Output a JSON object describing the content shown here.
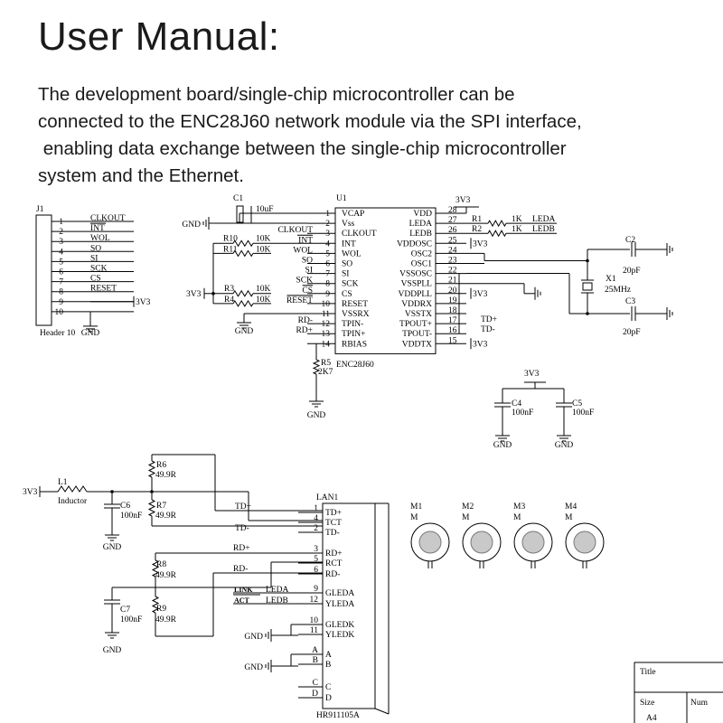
{
  "header": {
    "title": "User Manual:",
    "description_lines": [
      "The development board/single-chip microcontroller can be",
      "connected to the ENC28J60 network module via the SPI interface,",
      " enabling data exchange between the single-chip microcontroller",
      "system and the Ethernet."
    ]
  },
  "schematic": {
    "header": {
      "ref": "J1",
      "name": "Header 10",
      "pins": [
        "1",
        "2",
        "3",
        "4",
        "5",
        "6",
        "7",
        "8",
        "9",
        "10"
      ],
      "signals": [
        "CLKOUT",
        "INT",
        "WOL",
        "SO",
        "SI",
        "SCK",
        "CS",
        "RESET"
      ],
      "power": "3V3",
      "gnd": "GND"
    },
    "chip": {
      "ref": "U1",
      "name": "ENC28J60",
      "left_pins": [
        {
          "num": "1",
          "name": "VCAP",
          "net": ""
        },
        {
          "num": "2",
          "name": "Vss",
          "net": ""
        },
        {
          "num": "3",
          "name": "CLKOUT",
          "net": "CLKOUT"
        },
        {
          "num": "4",
          "name": "INT",
          "net": "INT"
        },
        {
          "num": "5",
          "name": "WOL",
          "net": "WOL"
        },
        {
          "num": "6",
          "name": "SO",
          "net": "SO"
        },
        {
          "num": "7",
          "name": "SI",
          "net": "SI"
        },
        {
          "num": "8",
          "name": "SCK",
          "net": "SCK"
        },
        {
          "num": "9",
          "name": "CS",
          "net": "CS"
        },
        {
          "num": "10",
          "name": "RESET",
          "net": "RESET"
        },
        {
          "num": "11",
          "name": "VSSRX",
          "net": ""
        },
        {
          "num": "12",
          "name": "TPIN-",
          "net": "RD-"
        },
        {
          "num": "13",
          "name": "TPIN+",
          "net": "RD+"
        },
        {
          "num": "14",
          "name": "RBIAS",
          "net": ""
        }
      ],
      "right_pins": [
        {
          "num": "28",
          "name": "VDD"
        },
        {
          "num": "27",
          "name": "LEDA"
        },
        {
          "num": "26",
          "name": "LEDB"
        },
        {
          "num": "25",
          "name": "VDDOSC"
        },
        {
          "num": "24",
          "name": "OSC2"
        },
        {
          "num": "23",
          "name": "OSC1"
        },
        {
          "num": "22",
          "name": "VSSOSC"
        },
        {
          "num": "21",
          "name": "VSSPLL"
        },
        {
          "num": "20",
          "name": "VDDPLL"
        },
        {
          "num": "19",
          "name": "VDDRX"
        },
        {
          "num": "18",
          "name": "VSSTX"
        },
        {
          "num": "17",
          "name": "TPOUT+"
        },
        {
          "num": "16",
          "name": "TPOUT-"
        },
        {
          "num": "15",
          "name": "VDDTX"
        }
      ],
      "right_nets": [
        "TD+",
        "TD-"
      ],
      "power": "3V3"
    },
    "c1": {
      "ref": "C1",
      "value": "10uF",
      "gnd": "GND"
    },
    "r10": {
      "ref": "R10",
      "value": "10K",
      "net": "INT"
    },
    "r11": {
      "ref": "R11",
      "value": "10K",
      "net": "WOL"
    },
    "r3": {
      "ref": "R3",
      "value": "10K",
      "net": "CS"
    },
    "r4": {
      "ref": "R4",
      "value": "10K",
      "net": "RESET"
    },
    "pullup_power": "3V3",
    "vssrx_gnd": "GND",
    "r1": {
      "ref": "R1",
      "value": "1K",
      "net": "LEDA"
    },
    "r2": {
      "ref": "R2",
      "value": "1K",
      "net": "LEDB"
    },
    "c2": {
      "ref": "C2",
      "value": "20pF"
    },
    "c3": {
      "ref": "C3",
      "value": "20pF"
    },
    "x1": {
      "ref": "X1",
      "value": "25MHz"
    },
    "r5": {
      "ref": "R5",
      "value": "2K7",
      "gnd": "GND"
    },
    "decoupling": {
      "power": "3V3",
      "c4": {
        "ref": "C4",
        "value": "100nF",
        "gnd": "GND"
      },
      "c5": {
        "ref": "C5",
        "value": "100nF",
        "gnd": "GND"
      }
    },
    "l1": {
      "ref": "L1",
      "name": "Inductor",
      "power": "3V3"
    },
    "c6": {
      "ref": "C6",
      "value": "100nF",
      "gnd": "GND"
    },
    "c7": {
      "ref": "C7",
      "value": "100nF",
      "gnd": "GND"
    },
    "r6": {
      "ref": "R6",
      "value": "49.9R"
    },
    "r7": {
      "ref": "R7",
      "value": "49.9R"
    },
    "r8": {
      "ref": "R8",
      "value": "49.9R"
    },
    "r9": {
      "ref": "R9",
      "value": "49.9R"
    },
    "magjack": {
      "ref": "LAN1",
      "name": "HR911105A",
      "pins": [
        {
          "num": "1",
          "name": "TD+",
          "net": "TD+"
        },
        {
          "num": "4",
          "name": "TCT",
          "net": ""
        },
        {
          "num": "2",
          "name": "TD-",
          "net": "TD-"
        },
        {
          "num": "3",
          "name": "RD+",
          "net": "RD+"
        },
        {
          "num": "5",
          "name": "RCT",
          "net": ""
        },
        {
          "num": "6",
          "name": "RD-",
          "net": "RD-"
        },
        {
          "num": "9",
          "name": "GLEDA",
          "net": "LEDA"
        },
        {
          "num": "12",
          "name": "YLEDA",
          "net": "LEDB"
        },
        {
          "num": "10",
          "name": "GLEDK",
          "net": ""
        },
        {
          "num": "11",
          "name": "YLEDK",
          "net": ""
        },
        {
          "num": "A",
          "name": "A",
          "net": ""
        },
        {
          "num": "B",
          "name": "B",
          "net": ""
        },
        {
          "num": "C",
          "name": "C",
          "net": ""
        },
        {
          "num": "D",
          "name": "D",
          "net": ""
        }
      ],
      "link_label": "LINK",
      "act_label": "ACT",
      "gnd": "GND"
    },
    "mounts": [
      {
        "ref": "M1",
        "value": "M"
      },
      {
        "ref": "M2",
        "value": "M"
      },
      {
        "ref": "M3",
        "value": "M"
      },
      {
        "ref": "M4",
        "value": "M"
      }
    ],
    "titleblock": {
      "title": "Title",
      "size": "Size",
      "num": "Num",
      "size_value": "A4"
    }
  }
}
